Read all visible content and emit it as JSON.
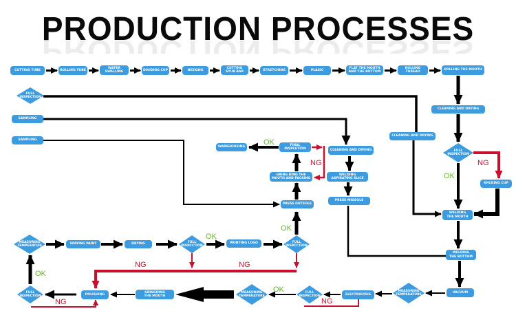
{
  "title": "PRODUCTION PROCESSES",
  "colors": {
    "node": "#3d9be0",
    "ok": "#6bb33b",
    "ng": "#c8102e",
    "arrow": "#000000"
  },
  "nodes": {
    "cutting_tube": "CUTTING TUBE",
    "rolling_tube": "ROLLING TUBE",
    "water_swelling": "WATER\nSWELLING",
    "dividing_cup": "DIVIDING CUP",
    "neeking": "NEEKING",
    "cutting_syub_bar": "CUTTING\nSYUB BAR",
    "stretching": "STRETCHING",
    "plasic": "PLASIC",
    "flat_mouth_bottom": "FLAT THE MOUTH\nAND THE BOTTOM",
    "rolling_thread": "ROLLING\nTHREAD",
    "rolling_the_mouth": "ROLLING THE MOUTH",
    "full_inspection_top": "FULL\nINSPECTION",
    "sampling_1": "SAMPLING",
    "sampling_2": "SAMPLING",
    "cleaning_drying_right": "CLEANING AND DRYING",
    "cleaning_drying_mid": "CLEANING AND DRYING",
    "warehousing": "WAREHOUSING",
    "final_inspection": "FINAL\nINSPCETION",
    "cleaning_drying_center": "CLEANING AND DRYING",
    "grinding_packing": "GRING DING THE\nMOUTH AND PACKING",
    "welding_aspirating": "WELDING\nASPIRATING SLICE",
    "press_outsole": "PRESS OUTSOLE",
    "press_midsole": "PRESS MIDSOLE",
    "full_inspection_right": "FULL\nINSPECTION",
    "knocking_cup": "KNCKING CUP",
    "welding_mouth": "WELDING\nTHE MOUTH",
    "welding_bottom": "WELDING\nTHE BOTTOM",
    "vacuum": "VACUUM",
    "measuring_left": "MEASURING\nTEMPERATUIE",
    "spaying_paint": "SPAYING PAINT",
    "drying": "DRYING",
    "full_inspection_a": "FULL\nINSPCCTION",
    "printing_logo": "PRINTING LOGO",
    "full_inspection_b": "FULL\nINSPCCTION",
    "full_inspection_left": "FULL\nINSPECTION",
    "polishing": "POLISHING",
    "grinding_mouth": "GRINGDING\nTHE MOUTH",
    "measuring_bottom": "MEASURING\nTEMPERATURE",
    "full_inspection_bottom": "FULL\nINSPECTION",
    "electrolysis": "ELECTROLYSIS",
    "measuring_right": "MEASURING\nTEMPERATURE"
  },
  "labels": {
    "ok": "OK",
    "ng": "NG"
  }
}
